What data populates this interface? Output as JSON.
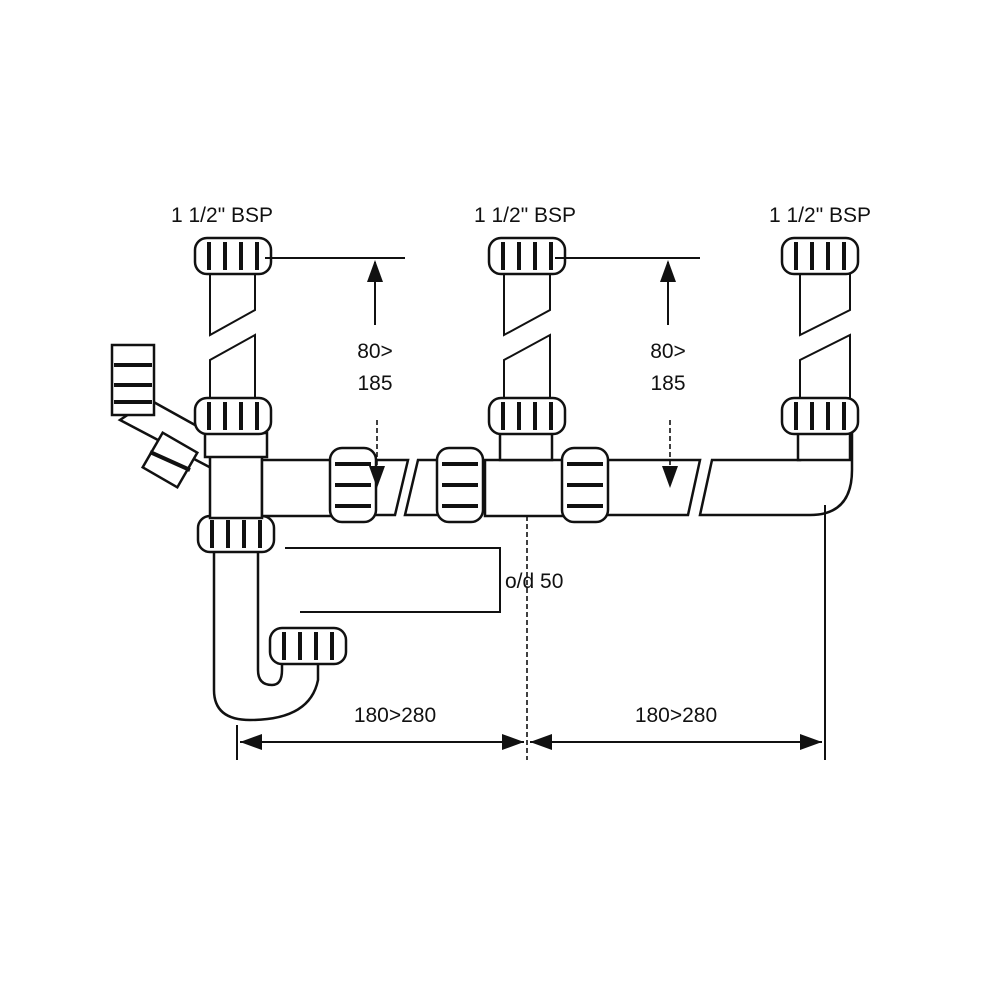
{
  "labels": {
    "thread_left": "1 1/2\" BSP",
    "thread_middle": "1 1/2\" BSP",
    "thread_right": "1 1/2\" BSP",
    "height_left_line1": "80>",
    "height_left_line2": "185",
    "height_middle_line1": "80>",
    "height_middle_line2": "185",
    "outer_diameter": "o/d 50",
    "spacing_left": "180>280",
    "spacing_right": "180>280"
  }
}
